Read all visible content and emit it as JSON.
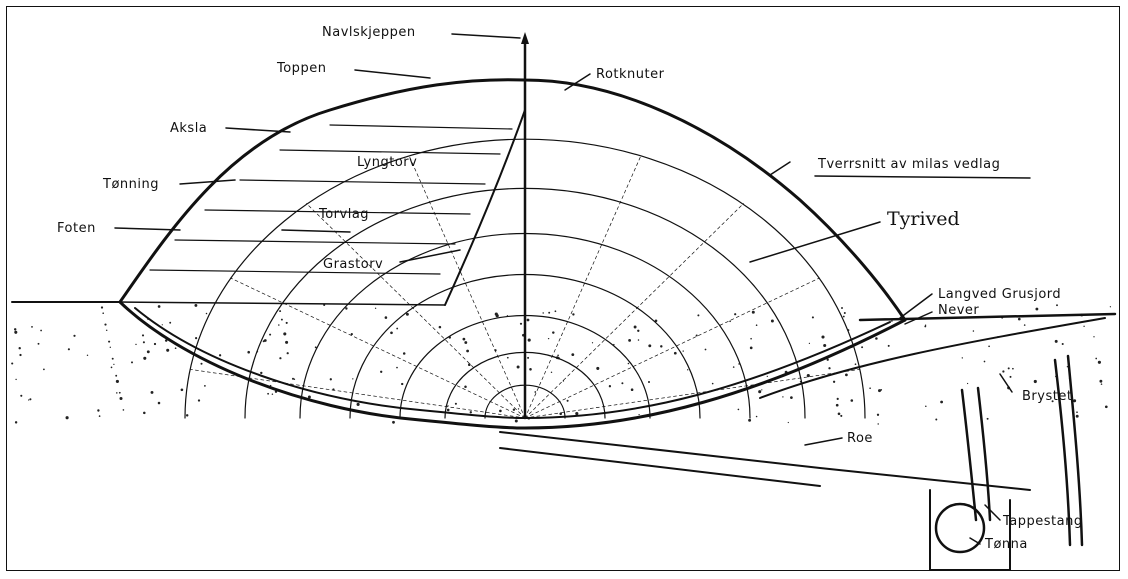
{
  "diagram": {
    "labels": {
      "top_pole": "Navlskjeppen",
      "top": "Toppen",
      "root_knots": "Rotknuter",
      "shoulder": "Aksla",
      "tenning": "Tønning",
      "foot": "Foten",
      "lyng_turf": "Lyngtorv",
      "turf_layer": "Torvlag",
      "grass_turf": "Grastorv",
      "cross_section": "Tverrsnitt av milas vedlag",
      "tyrived": "Tyrived",
      "long_wood_gravel": "Langved Grusjord",
      "bark": "Never",
      "chest": "Brystet",
      "roe": "Roe",
      "tap_rod": "Tappestang",
      "barrel": "Tønna"
    }
  }
}
